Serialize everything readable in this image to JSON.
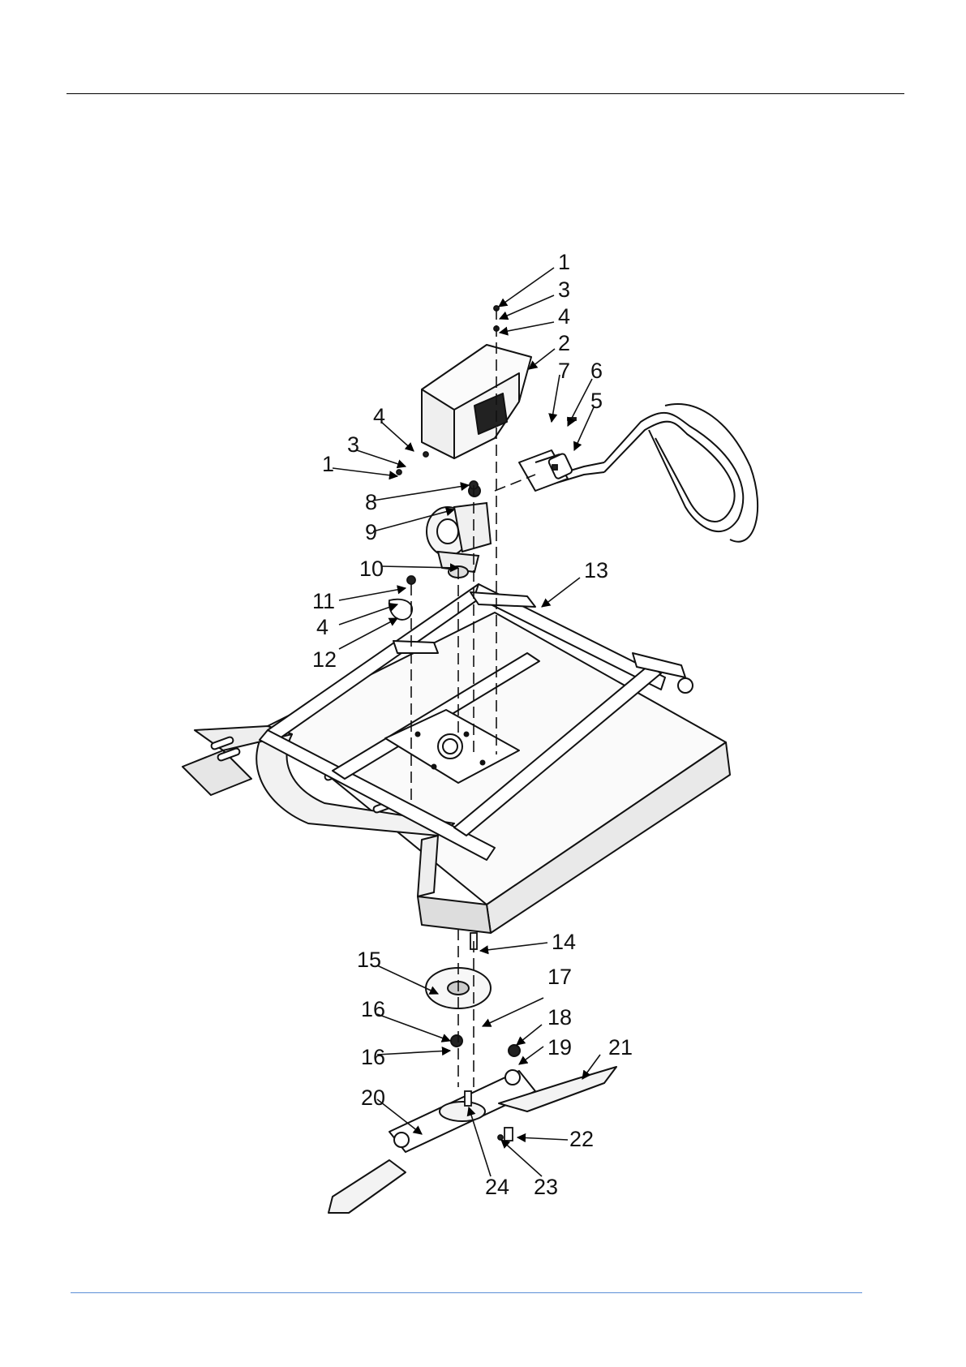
{
  "header": {
    "rule_color": "#000000"
  },
  "footer": {
    "rule_color": "#5b8fd6"
  },
  "diagram": {
    "callouts": [
      "1",
      "3",
      "4",
      "2",
      "7",
      "6",
      "5",
      "4",
      "3",
      "1",
      "8",
      "9",
      "10",
      "13",
      "11",
      "4",
      "12",
      "14",
      "15",
      "17",
      "16",
      "18",
      "16",
      "19",
      "21",
      "20",
      "22",
      "24",
      "23"
    ]
  }
}
